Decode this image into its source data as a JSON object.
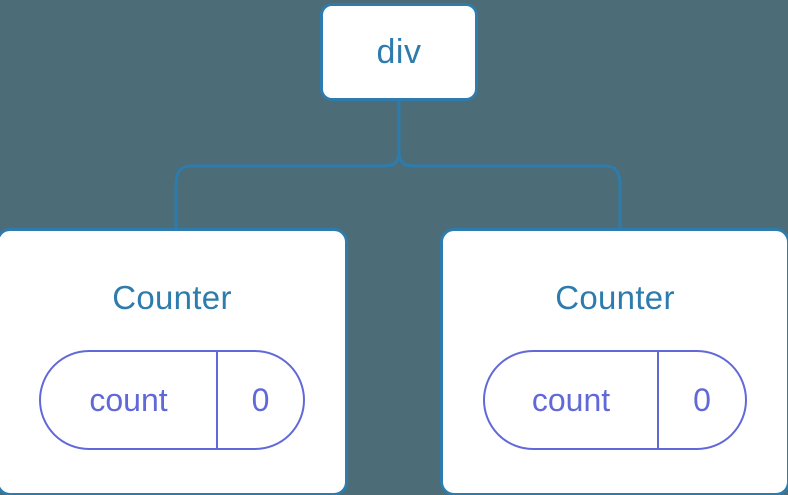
{
  "diagram": {
    "type": "component-tree",
    "background_color": "#4c6c77",
    "node_border_color": "#2d7cad",
    "node_text_color": "#2d7cad",
    "state_color": "#6169d8",
    "root": {
      "label": "div"
    },
    "children": [
      {
        "title": "Counter",
        "state": {
          "key": "count",
          "value": "0"
        }
      },
      {
        "title": "Counter",
        "state": {
          "key": "count",
          "value": "0"
        }
      }
    ]
  }
}
